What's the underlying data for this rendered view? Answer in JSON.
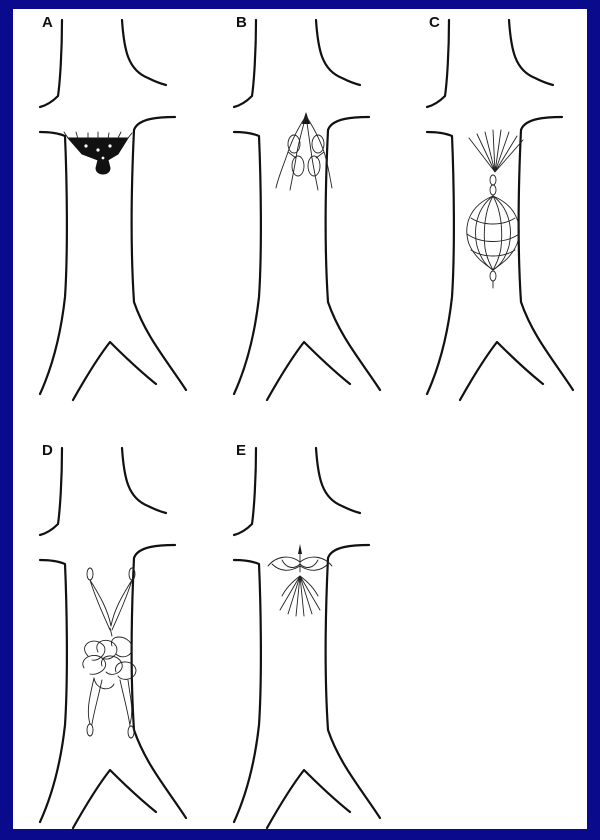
{
  "panels": [
    {
      "label": "A",
      "device": "cone-filter"
    },
    {
      "label": "B",
      "device": "collapsed-filter"
    },
    {
      "label": "C",
      "device": "basket-filter"
    },
    {
      "label": "D",
      "device": "double-basket-filter"
    },
    {
      "label": "E",
      "device": "double-cone-filter"
    }
  ],
  "colors": {
    "background": "#0a0a8c",
    "sheet": "#ffffff",
    "ink": "#111111"
  }
}
